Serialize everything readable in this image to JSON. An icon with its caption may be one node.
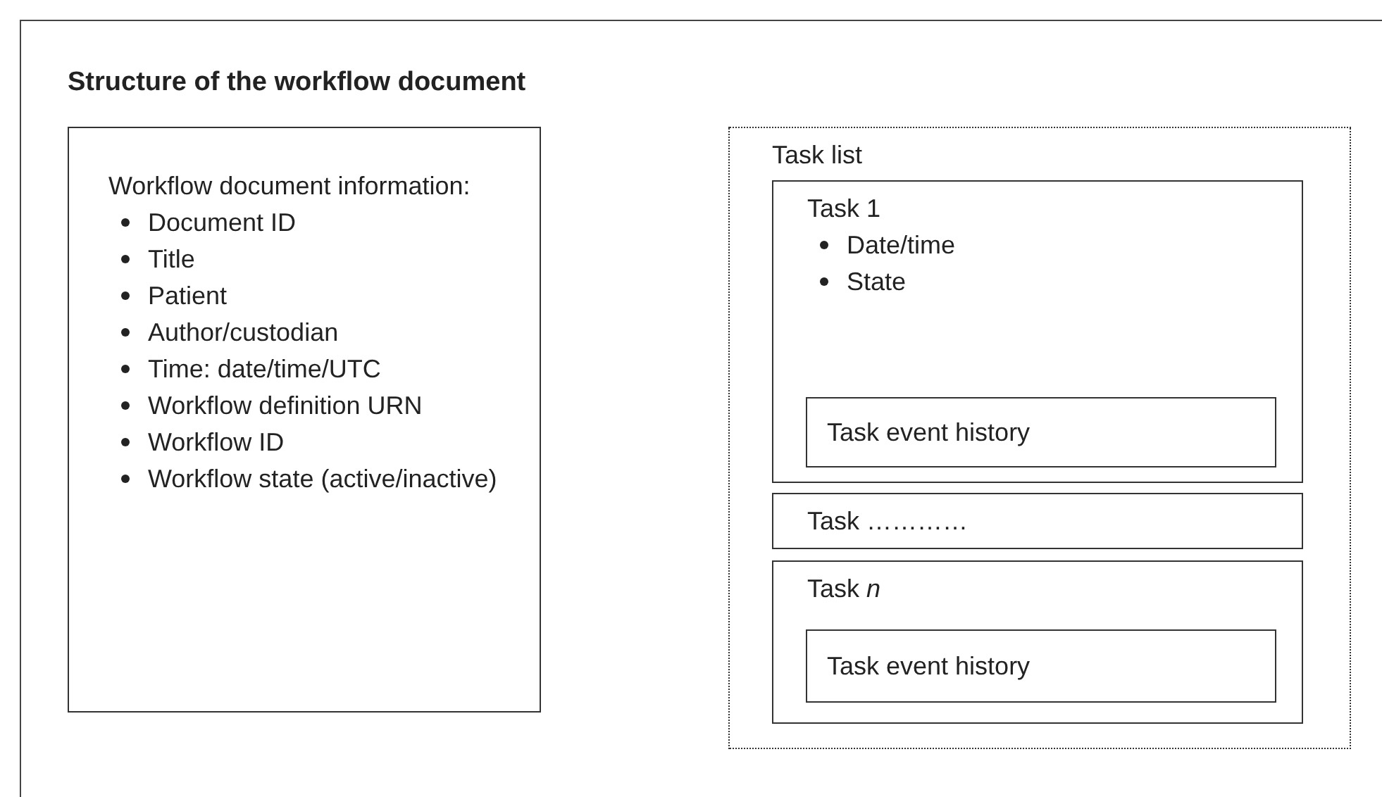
{
  "diagram": {
    "title": "Structure of the workflow document",
    "nodes": [
      {
        "text": [
          "Workflow document information:",
          "Document ID",
          "Title",
          "Patient",
          "Author/custodian",
          "Time: date/time/UTC",
          "Workflow definition URN",
          "Workflow ID",
          "Workflow state (active/inactive)"
        ]
      },
      {
        "text": [
          "Task list"
        ]
      },
      {
        "text": [
          "Task 1",
          "Date/time",
          "State"
        ],
        "in": 1
      },
      {
        "text": [
          "Task event history"
        ],
        "in": 2
      },
      {
        "text": [
          "Task …………"
        ],
        "in": 1
      },
      {
        "text": [
          "Task *n*"
        ],
        "in": 1
      },
      {
        "text": [
          "Task event history"
        ],
        "in": 5
      }
    ]
  }
}
